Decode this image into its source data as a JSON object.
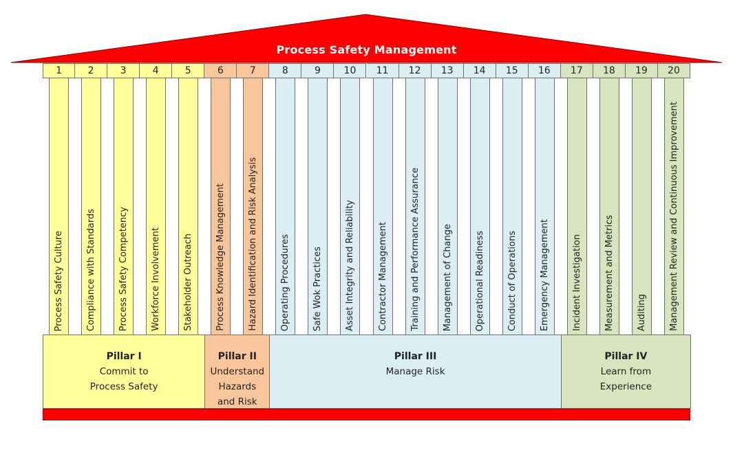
{
  "title": "Process Safety Management",
  "colors": {
    "roof": "#ff0000",
    "base": "#ff0000",
    "pillar_1": "#ffff99",
    "pillar_2": "#f9c59a",
    "pillar_3": "#dbeef4",
    "pillar_4": "#d7e4bd"
  },
  "elements": [
    {
      "number": "1",
      "label": "Process Safety Culture",
      "pillar": 1
    },
    {
      "number": "2",
      "label": "Compliance with Standards",
      "pillar": 1
    },
    {
      "number": "3",
      "label": "Process Safety Competency",
      "pillar": 1
    },
    {
      "number": "4",
      "label": "Workforce Involvement",
      "pillar": 1
    },
    {
      "number": "5",
      "label": "Stakeholder Outreach",
      "pillar": 1
    },
    {
      "number": "6",
      "label": "Process Knowledge Management",
      "pillar": 2
    },
    {
      "number": "7",
      "label": "Hazard Identification and Risk Analysis",
      "pillar": 2
    },
    {
      "number": "8",
      "label": "Operating Procedures",
      "pillar": 3
    },
    {
      "number": "9",
      "label": "Safe Wok Practices",
      "pillar": 3
    },
    {
      "number": "10",
      "label": "Asset Integrity and Reliability",
      "pillar": 3
    },
    {
      "number": "11",
      "label": "Contractor Management",
      "pillar": 3
    },
    {
      "number": "12",
      "label": "Training and Performance Assurance",
      "pillar": 3
    },
    {
      "number": "13",
      "label": "Management of Change",
      "pillar": 3
    },
    {
      "number": "14",
      "label": "Operational Readiness",
      "pillar": 3
    },
    {
      "number": "15",
      "label": "Conduct of Operations",
      "pillar": 3
    },
    {
      "number": "16",
      "label": "Emergency Management",
      "pillar": 3
    },
    {
      "number": "17",
      "label": "Incident Investigation",
      "pillar": 4
    },
    {
      "number": "18",
      "label": "Measurement and Metrics",
      "pillar": 4
    },
    {
      "number": "19",
      "label": "Auditing",
      "pillar": 4
    },
    {
      "number": "20",
      "label": "Management Review and Continuous Improvement",
      "pillar": 4
    }
  ],
  "pillars": [
    {
      "title": "Pillar I",
      "description": "Commit to\nProcess Safety",
      "first": 1,
      "last": 5
    },
    {
      "title": "Pillar II",
      "description": "Understand\nHazards\nand Risk",
      "first": 6,
      "last": 7
    },
    {
      "title": "Pillar III",
      "description": "Manage Risk",
      "first": 8,
      "last": 16
    },
    {
      "title": "Pillar IV",
      "description": "Learn from\nExperience",
      "first": 17,
      "last": 20
    }
  ]
}
